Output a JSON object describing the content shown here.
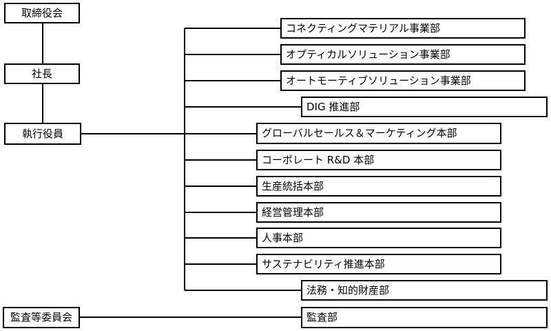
{
  "diagram": {
    "board": "取締役会",
    "president": "社長",
    "executive_officers": "執行役員",
    "audit_committee": "監査等委員会",
    "audit_department": "監査部",
    "departments": [
      "コネクティングマテリアル事業部",
      "オプティカルソリューション事業部",
      "オートモーティブソリューション事業部",
      "DIG 推進部",
      "グローバルセールス＆マーケティング本部",
      "コーポレート R&D 本部",
      "生産統括本部",
      "経営管理本部",
      "人事本部",
      "サステナビリティ推進本部",
      "法務・知的財産部"
    ]
  }
}
